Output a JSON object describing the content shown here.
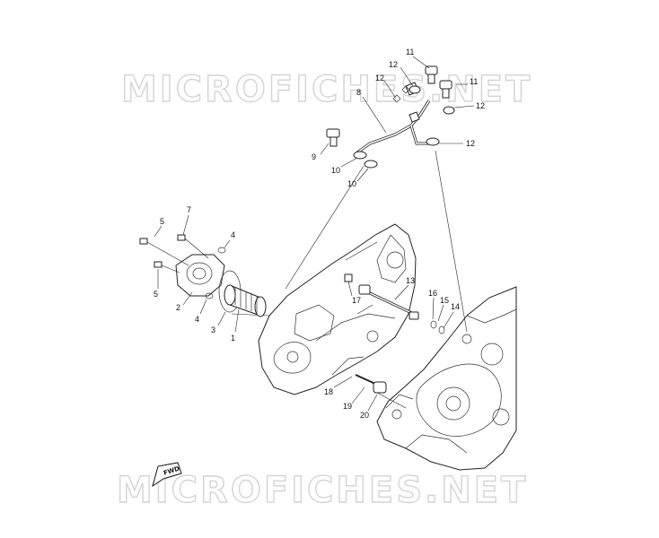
{
  "watermark": {
    "top": "MICROFICHES.NET",
    "bottom": "MICROFICHES.NET"
  },
  "fwd_label": "FWD",
  "callouts": [
    {
      "id": "c1",
      "text": "1"
    },
    {
      "id": "c2",
      "text": "2"
    },
    {
      "id": "c3",
      "text": "3"
    },
    {
      "id": "c4a",
      "text": "4"
    },
    {
      "id": "c4b",
      "text": "4"
    },
    {
      "id": "c5a",
      "text": "5"
    },
    {
      "id": "c5b",
      "text": "5"
    },
    {
      "id": "c7",
      "text": "7"
    },
    {
      "id": "c8",
      "text": "8"
    },
    {
      "id": "c9",
      "text": "9"
    },
    {
      "id": "c10a",
      "text": "10"
    },
    {
      "id": "c10b",
      "text": "10"
    },
    {
      "id": "c11a",
      "text": "11"
    },
    {
      "id": "c11b",
      "text": "11"
    },
    {
      "id": "c12a",
      "text": "12"
    },
    {
      "id": "c12b",
      "text": "12"
    },
    {
      "id": "c12c",
      "text": "12"
    },
    {
      "id": "c12d",
      "text": "12"
    },
    {
      "id": "c13",
      "text": "13"
    },
    {
      "id": "c14",
      "text": "14"
    },
    {
      "id": "c15",
      "text": "15"
    },
    {
      "id": "c16",
      "text": "16"
    },
    {
      "id": "c17",
      "text": "17"
    },
    {
      "id": "c18",
      "text": "18"
    },
    {
      "id": "c19",
      "text": "19"
    },
    {
      "id": "c20",
      "text": "20"
    }
  ]
}
